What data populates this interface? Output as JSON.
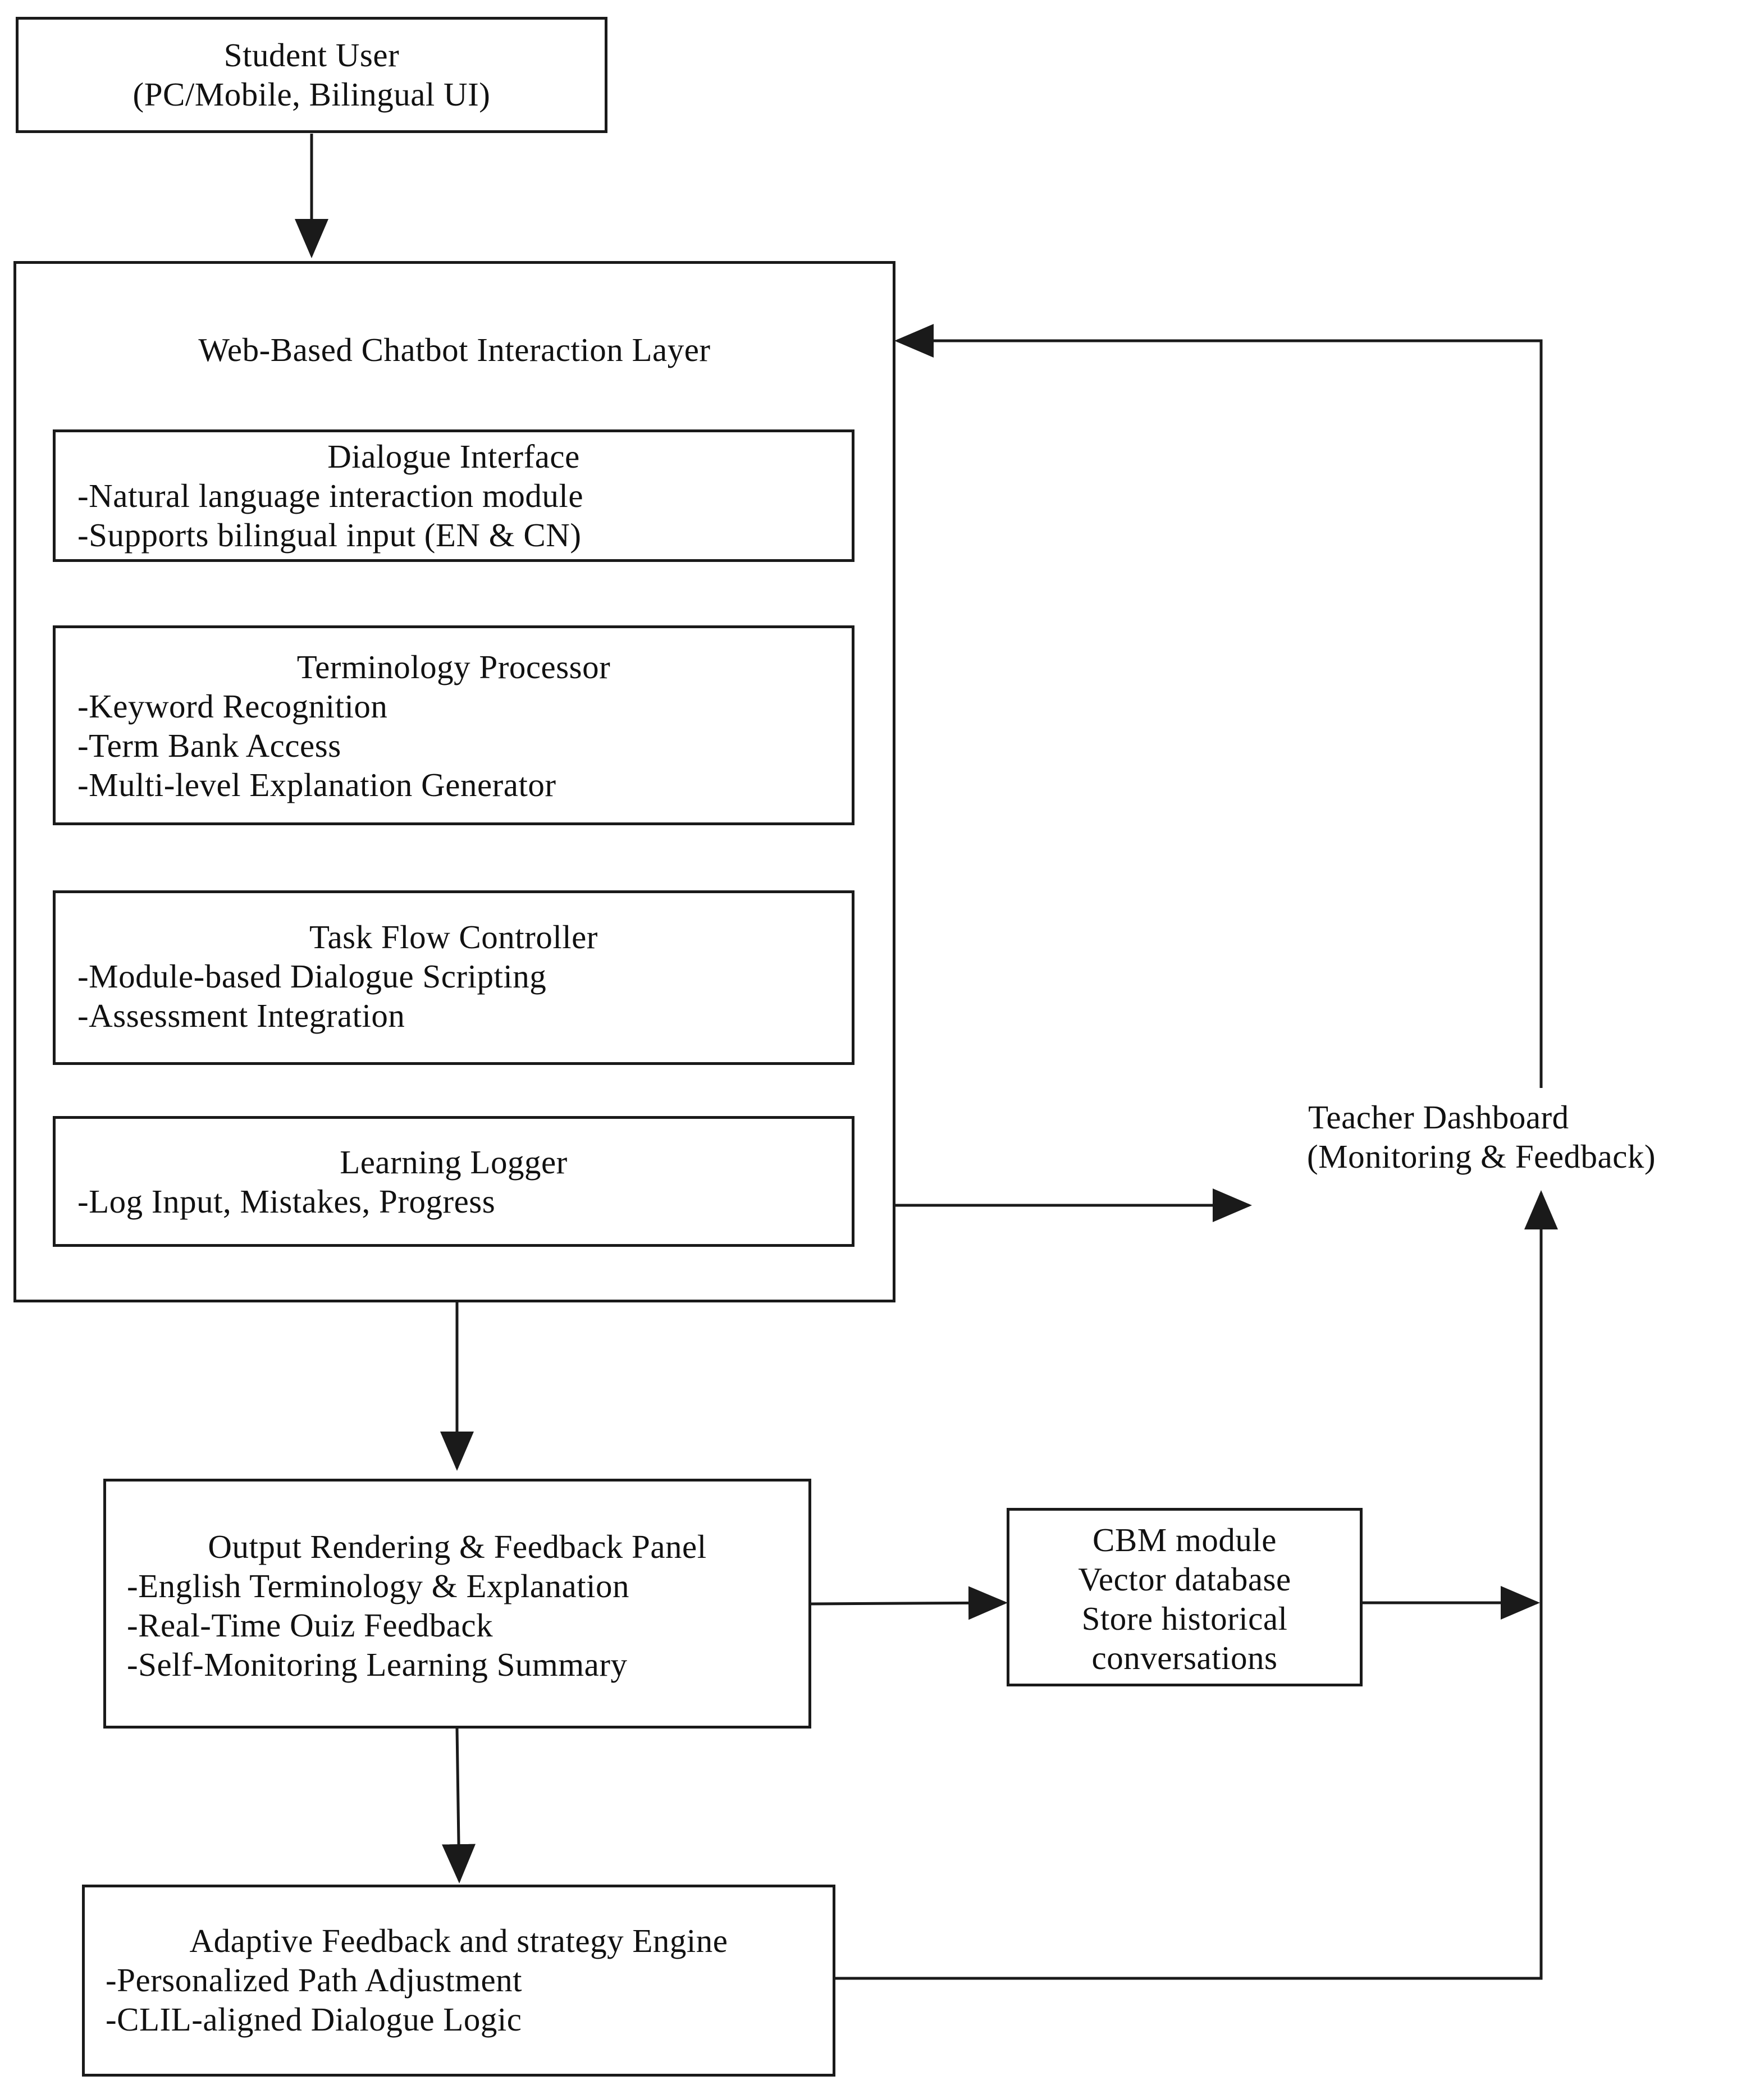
{
  "student_user": {
    "title": "Student User",
    "subtitle": "(PC/Mobile, Bilingual UI)"
  },
  "interaction_layer": {
    "title": "Web-Based Chatbot Interaction Layer",
    "dialogue_interface": {
      "title": "Dialogue Interface",
      "items": [
        "-Natural language interaction module",
        "-Supports bilingual input (EN & CN)"
      ]
    },
    "terminology_processor": {
      "title": "Terminology Processor",
      "items": [
        "-Keyword Recognition",
        "-Term Bank Access",
        "-Multi-level Explanation Generator"
      ]
    },
    "task_flow_controller": {
      "title": "Task Flow Controller",
      "items": [
        "-Module-based Dialogue Scripting",
        "-Assessment Integration"
      ]
    },
    "learning_logger": {
      "title": "Learning Logger",
      "items": [
        "-Log Input, Mistakes, Progress"
      ]
    }
  },
  "teacher_dashboard": {
    "title": "Teacher Dashboard",
    "subtitle": "(Monitoring & Feedback)"
  },
  "output_panel": {
    "title": "Output Rendering & Feedback Panel",
    "items": [
      "-English Terminology & Explanation",
      "-Real-Time Ouiz Feedback",
      "-Self-Monitoring Learning Summary"
    ]
  },
  "cbm_module": {
    "lines": [
      "CBM module",
      "Vector database",
      "Store historical",
      "conversations"
    ]
  },
  "adaptive_engine": {
    "title": "Adaptive Feedback and strategy Engine",
    "items": [
      "-Personalized Path Adjustment",
      "-CLIL-aligned Dialogue Logic"
    ]
  }
}
